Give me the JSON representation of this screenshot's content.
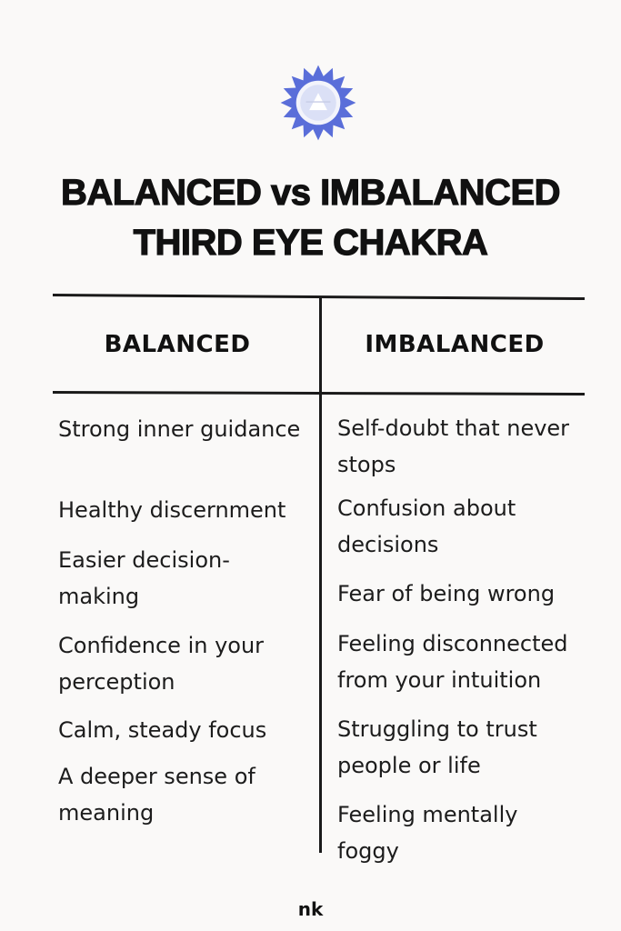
{
  "title": {
    "line1": "BALANCED vs IMBALANCED",
    "line2": "THIRD EYE CHAKRA"
  },
  "icon": "third-eye-chakra-icon",
  "colors": {
    "chakra": "#5a6ed9",
    "background": "#faf9f8"
  },
  "columns": {
    "balanced": {
      "header": "BALANCED",
      "items": [
        "Strong inner guidance",
        "Healthy discernment",
        "Easier decision-making",
        "Confidence in your perception",
        "Calm, steady focus",
        "A deeper sense of meaning"
      ]
    },
    "imbalanced": {
      "header": "IMBALANCED",
      "items": [
        "Self-doubt that never stops",
        "Confusion about decisions",
        "Fear of being wrong",
        "Feeling disconnected from your intuition",
        "Struggling to trust people or life",
        "Feeling mentally foggy"
      ]
    }
  },
  "footer": {
    "logo": "nk"
  }
}
